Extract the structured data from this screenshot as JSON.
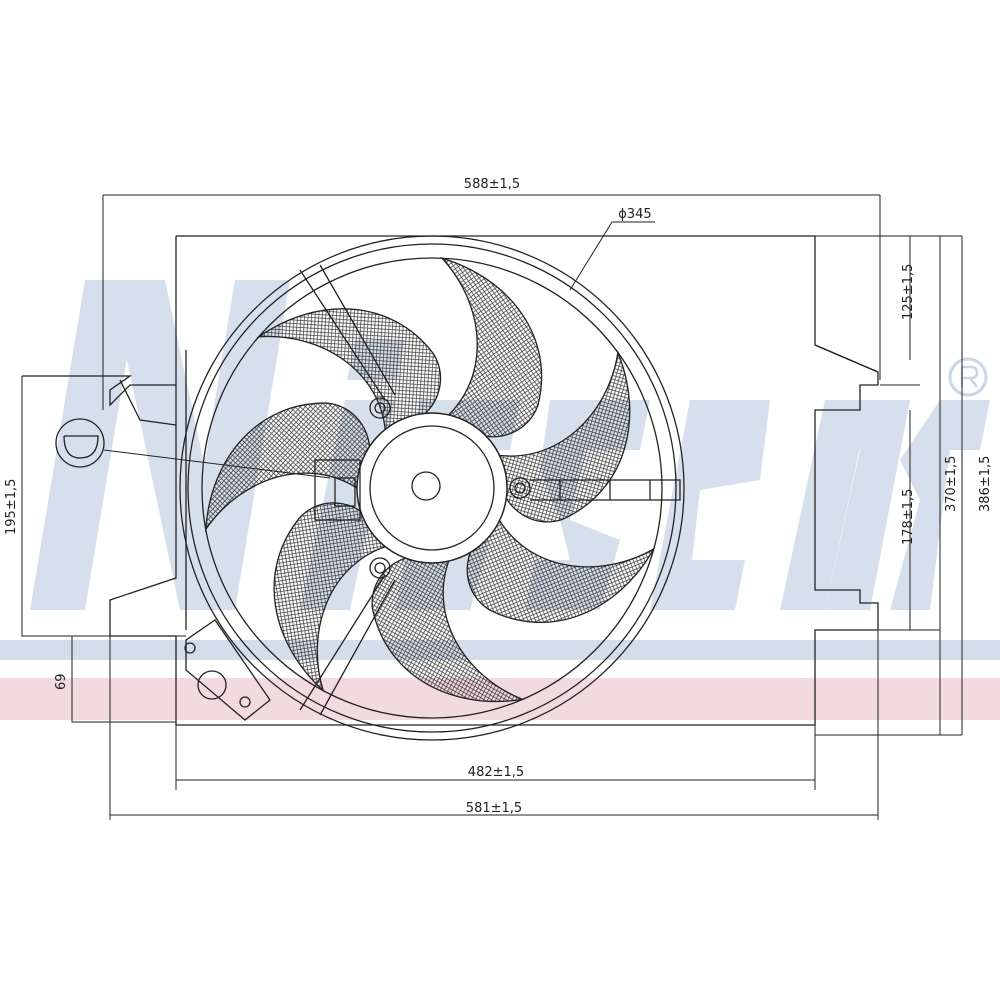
{
  "watermark": {
    "brand": "Nissens",
    "registered": "®",
    "band_colors": [
      "#c9d6e6",
      "#f1d3da"
    ]
  },
  "dimensions": {
    "top_width": "588±1,5",
    "diameter": "ϕ345",
    "upper_height": "125±1,5",
    "left_height": "195±1,5",
    "lower_right_height": "178±1,5",
    "height_370": "370±1,5",
    "height_386": "386±1,5",
    "bracket_height": "69",
    "frame_width": "482±1,5",
    "bottom_width": "581±1,5"
  }
}
